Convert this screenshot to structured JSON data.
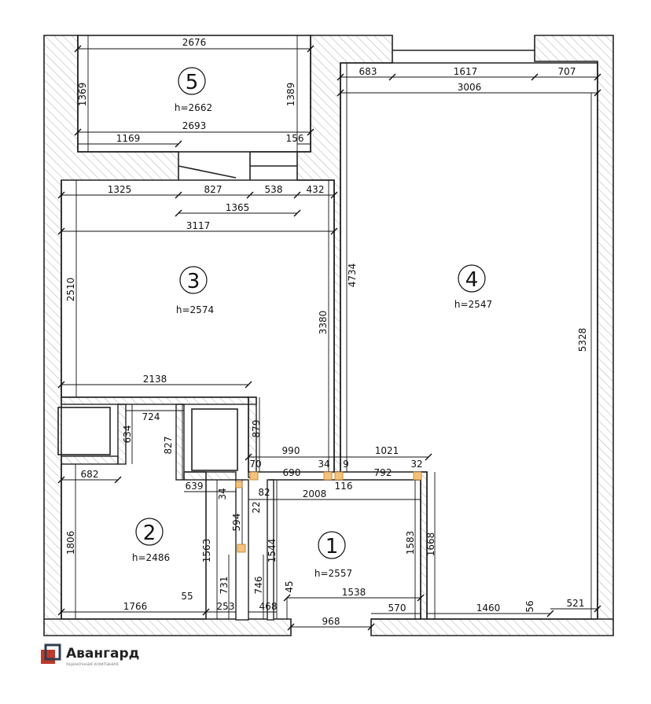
{
  "plan": {
    "rooms": [
      {
        "id": "1",
        "height_label": "h=2557"
      },
      {
        "id": "2",
        "height_label": "h=2486"
      },
      {
        "id": "3",
        "height_label": "h=2574"
      },
      {
        "id": "4",
        "height_label": "h=2547"
      },
      {
        "id": "5",
        "height_label": "h=2662"
      }
    ],
    "dimensions": {
      "r5_top": "2676",
      "r5_left": "1369",
      "r5_right": "1389",
      "r5_bottom": "2693",
      "r5_b1": "1169",
      "r5_b2": "156",
      "r4_a": "683",
      "r4_b": "1617",
      "r4_c": "707",
      "r4_width": "3006",
      "r4_left": "4734",
      "r4_right": "5328",
      "r3_a": "1325",
      "r3_b": "827",
      "r3_c": "538",
      "r3_d": "432",
      "r3_e": "1365",
      "r3_width": "3117",
      "r3_left": "2510",
      "r3_right": "3380",
      "r3_bottom": "2138",
      "c_724": "724",
      "c_634": "634",
      "c_827": "827",
      "c_879": "879",
      "c_990": "990",
      "c_34a": "34",
      "c_9": "9",
      "c_1021": "1021",
      "c_70": "70",
      "c_690": "690",
      "c_792": "792",
      "c_32": "32",
      "c_682": "682",
      "c_639": "639",
      "c_34b": "34",
      "c_82": "82",
      "c_116": "116",
      "c_22": "22",
      "c_2008": "2008",
      "r2_left": "1806",
      "c_594": "594",
      "c_1563": "1563",
      "c_1544": "1544",
      "c_1583": "1583",
      "c_1668": "1668",
      "c_731": "731",
      "c_746": "746",
      "c_45": "45",
      "c_1538": "1538",
      "c_55": "55",
      "c_1766": "1766",
      "c_253": "253",
      "c_468": "468",
      "c_570": "570",
      "c_1460": "1460",
      "c_56": "56",
      "c_521": "521",
      "c_968": "968"
    }
  },
  "brand": {
    "name": "Авангард",
    "tagline": "оценочная компания",
    "accent": "#c0392b",
    "dark": "#2c3e50"
  }
}
